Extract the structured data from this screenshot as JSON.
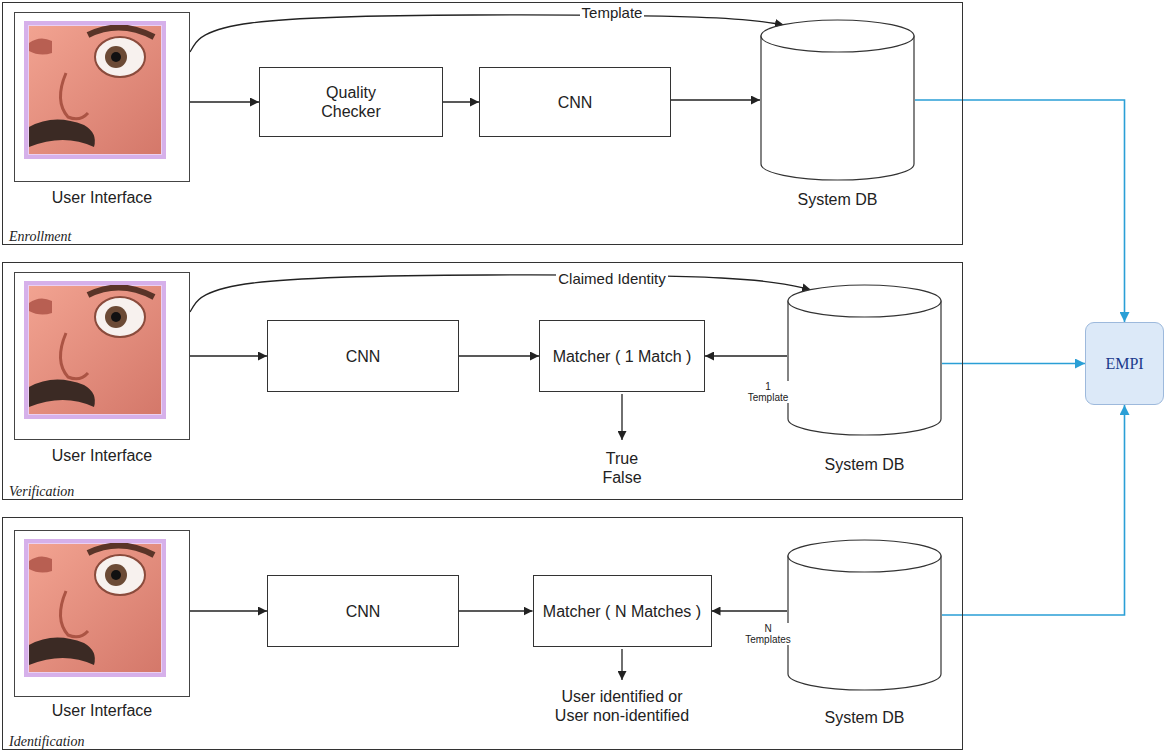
{
  "diagram": {
    "nodes": [
      {
        "text": [
          "Enrollment"
        ]
      },
      {
        "text": [
          "User Interface"
        ],
        "in": 0
      },
      {
        "text": [
          "Quality Checker"
        ],
        "in": 0
      },
      {
        "text": [
          "CNN"
        ],
        "in": 0
      },
      {
        "text": [
          "System DB"
        ],
        "in": 0
      },
      {
        "text": [
          "Verification"
        ]
      },
      {
        "text": [
          "User Interface"
        ],
        "in": 5
      },
      {
        "text": [
          "CNN"
        ],
        "in": 5
      },
      {
        "text": [
          "Matcher ( 1 Match )"
        ],
        "in": 5
      },
      {
        "text": [
          "System DB"
        ],
        "in": 5
      },
      {
        "text": [
          "Identification"
        ]
      },
      {
        "text": [
          "User Interface"
        ],
        "in": 10
      },
      {
        "text": [
          "CNN"
        ],
        "in": 10
      },
      {
        "text": [
          "Matcher ( N Matches )"
        ],
        "in": 10
      },
      {
        "text": [
          "System DB"
        ],
        "in": 10
      },
      {
        "text": [
          "EMPI"
        ]
      }
    ],
    "edges": [
      {
        "from": 1,
        "to": 2,
        "arrow": "to"
      },
      {
        "from": 2,
        "to": 3,
        "arrow": "to"
      },
      {
        "from": 3,
        "to": 4,
        "arrow": "to"
      },
      {
        "from": 1,
        "to": 4,
        "label": "Template",
        "arrow": "to"
      },
      {
        "from": 6,
        "to": 7,
        "arrow": "to"
      },
      {
        "from": 7,
        "to": 8,
        "arrow": "to"
      },
      {
        "from": 9,
        "to": 8,
        "label": "1 Template",
        "arrow": "to"
      },
      {
        "from": 6,
        "to": 9,
        "label": "Claimed Identity",
        "arrow": "to"
      },
      {
        "from": 11,
        "to": 12,
        "arrow": "to"
      },
      {
        "from": 12,
        "to": 13,
        "arrow": "to"
      },
      {
        "from": 14,
        "to": 13,
        "label": "N Templates",
        "arrow": "to"
      },
      {
        "from": 4,
        "to": 15,
        "arrow": "to"
      },
      {
        "from": 9,
        "to": 15,
        "arrow": "to"
      },
      {
        "from": 14,
        "to": 15,
        "arrow": "to"
      }
    ],
    "labels": [
      "True False",
      "User identified or User non-identified"
    ]
  }
}
